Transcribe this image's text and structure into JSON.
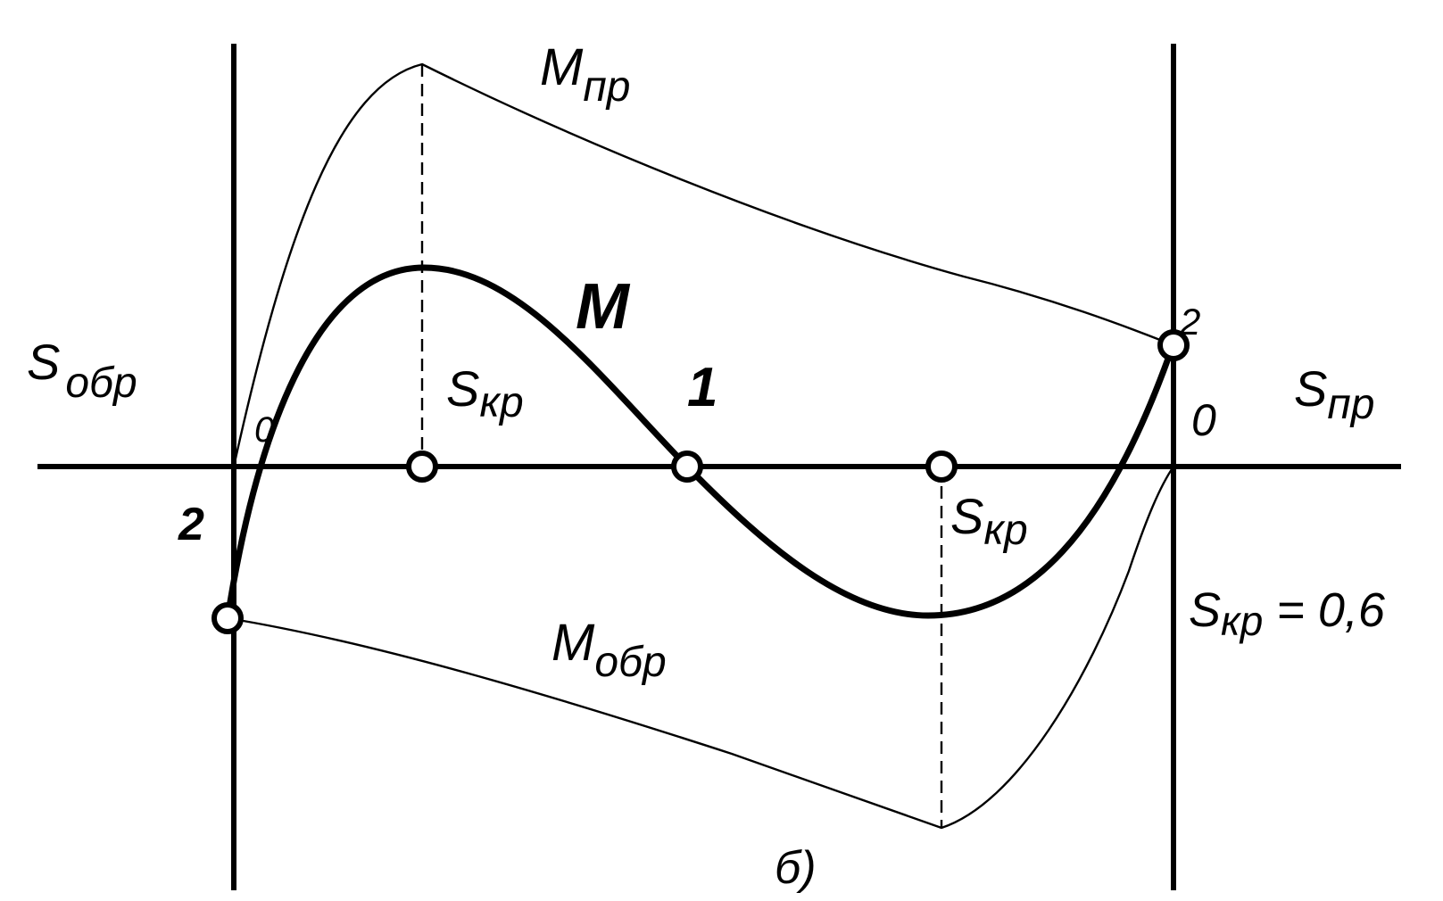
{
  "diagram": {
    "labels": {
      "m_pr_main": "M",
      "m_pr_sub": "пр",
      "m_main": "M",
      "m_obr_main": "M",
      "m_obr_sub": "обр",
      "s_obr_main": "S",
      "s_obr_sub": "обр",
      "s_pr_main": "S",
      "s_pr_sub": "пр",
      "skr_left_main": "S",
      "skr_left_sub": "кр",
      "skr_right_main": "S",
      "skr_right_sub": "кр",
      "skr_value_main": "S",
      "skr_value_sub": "кр",
      "skr_value_rest": " = 0,6",
      "point_one": "1",
      "left_zero": "0",
      "left_two": "2",
      "right_zero": "0",
      "right_two": "2",
      "caption": "б)"
    }
  }
}
